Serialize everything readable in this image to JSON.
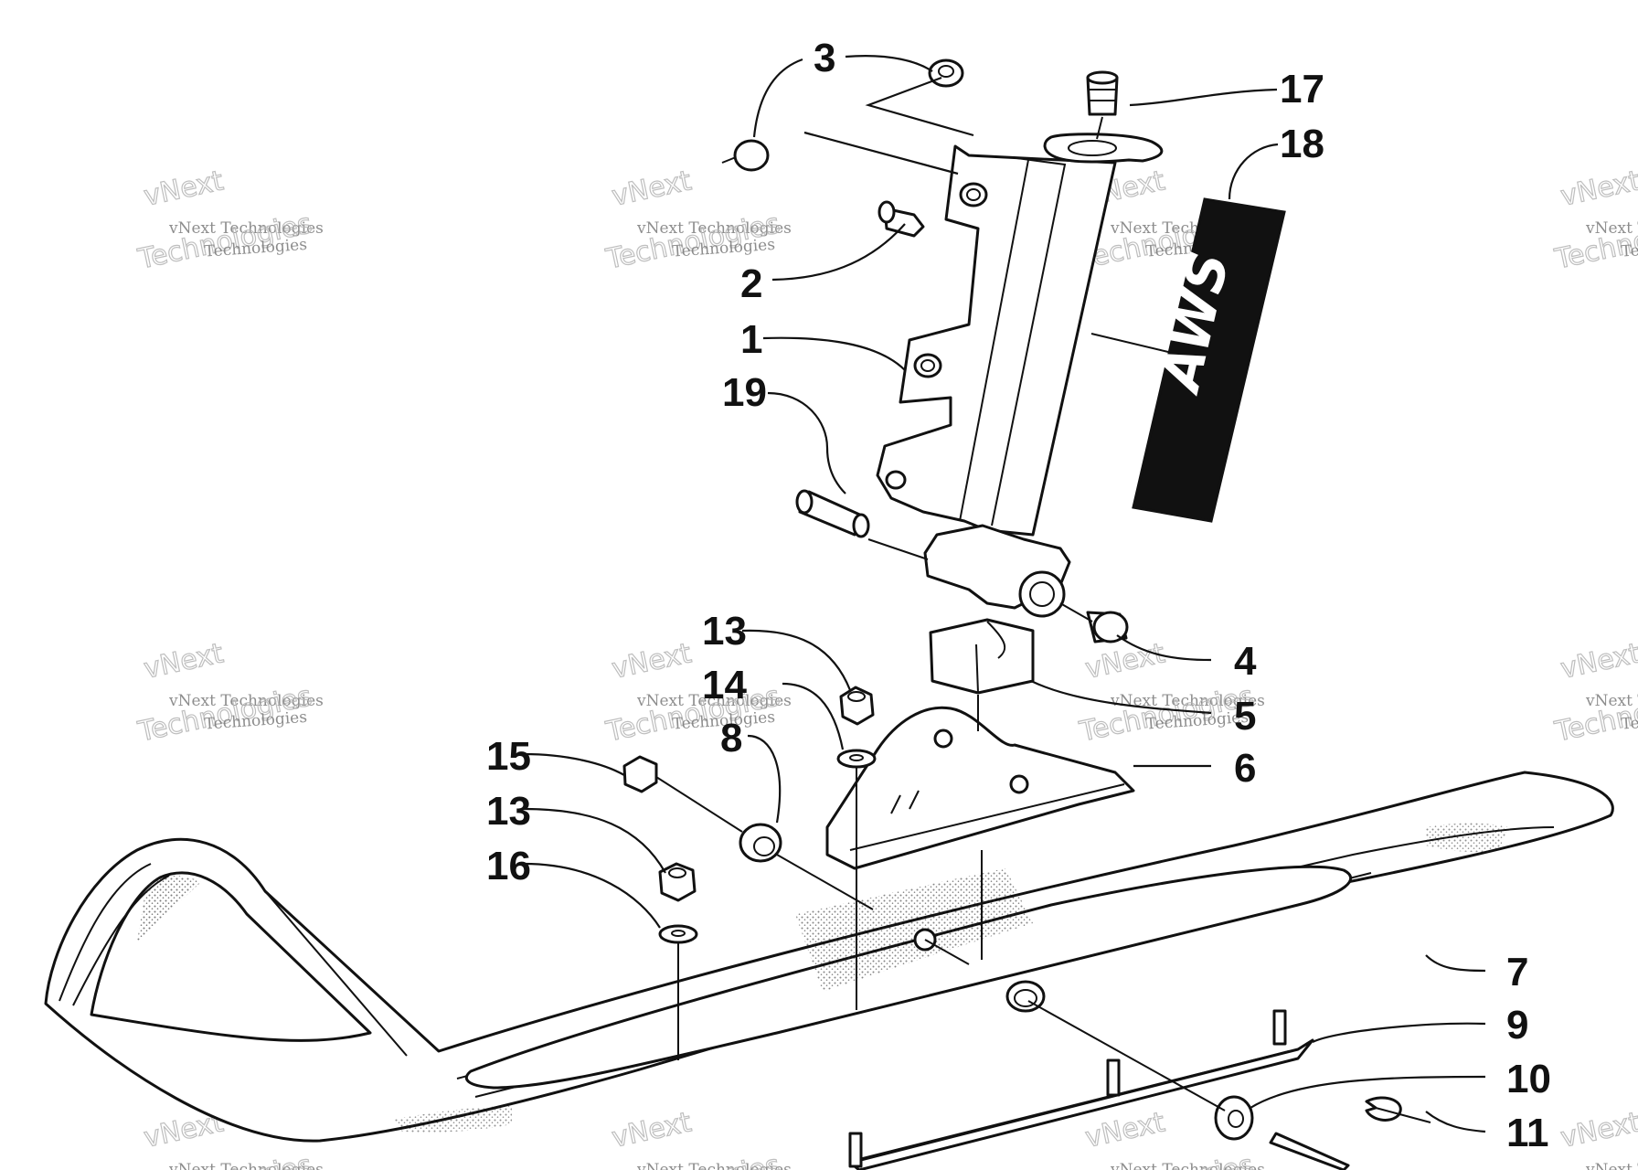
{
  "callouts": {
    "c1": "1",
    "c2": "2",
    "c3": "3",
    "c4": "4",
    "c5": "5",
    "c6": "6",
    "c7": "7",
    "c8": "8",
    "c9": "9",
    "c10": "10",
    "c11": "11",
    "c13a": "13",
    "c13b": "13",
    "c14": "14",
    "c15": "15",
    "c16": "16",
    "c17": "17",
    "c18": "18",
    "c19": "19"
  },
  "decal": {
    "text": "AWS"
  },
  "watermark": {
    "line1": "vNext Technologies",
    "line2": "Technologies"
  }
}
